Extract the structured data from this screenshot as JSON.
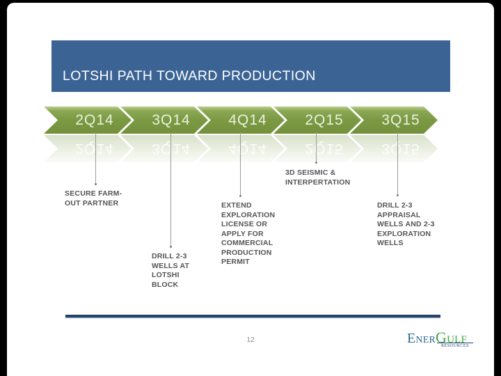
{
  "slide": {
    "title": "LOTSHI PATH TOWARD PRODUCTION"
  },
  "timeline": {
    "type": "process-arrow-timeline",
    "milestones": [
      {
        "quarter": "2Q14",
        "label": "SECURE FARM-\nOUT PARTNER"
      },
      {
        "quarter": "3Q14",
        "label": "DRILL 2-3\nWELLS AT\nLOTSHI\nBLOCK"
      },
      {
        "quarter": "4Q14",
        "label": "EXTEND\nEXPLORATION\nLICENSE OR\nAPPLY FOR\nCOMMERCIAL\nPRODUCTION\nPERMIT"
      },
      {
        "quarter": "2Q15",
        "label": "3D SEISMIC &\nINTERPERTATION"
      },
      {
        "quarter": "3Q15",
        "label": "DRILL 2-3\nAPPRAISAL\nWELLS AND 2-3\nEXPLORATION\nWELLS"
      }
    ]
  },
  "footer": {
    "page_number": "12",
    "logo": {
      "part1": "Ener",
      "part2": "Gulf",
      "tagline": "RESOURCES"
    }
  },
  "colors": {
    "header_blue": "#3b6495",
    "chevron_green": "#7c9a44",
    "milestone_text": "#545454",
    "rule_navy": "#203f63",
    "logo_blue": "#2a6b8f",
    "logo_green": "#3da43d"
  }
}
